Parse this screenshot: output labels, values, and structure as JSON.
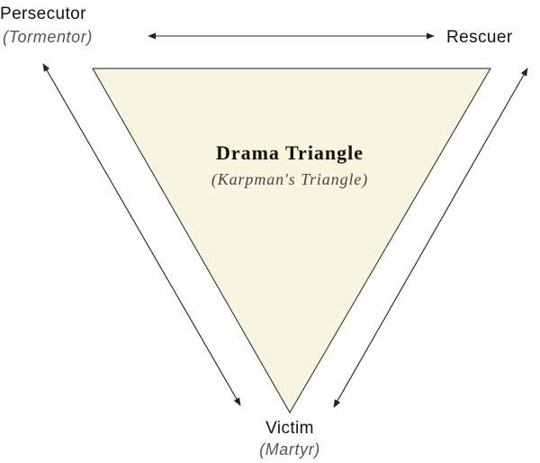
{
  "diagram": {
    "center": {
      "title": "Drama Triangle",
      "subtitle": "(Karpman's Triangle)"
    },
    "nodes": {
      "persecutor": {
        "label": "Persecutor",
        "sublabel": "(Tormentor)"
      },
      "rescuer": {
        "label": "Rescuer",
        "sublabel": ""
      },
      "victim": {
        "label": "Victim",
        "sublabel": "(Martyr)"
      }
    },
    "edges": [
      {
        "from": "persecutor",
        "to": "rescuer",
        "direction": "both"
      },
      {
        "from": "persecutor",
        "to": "victim",
        "direction": "both"
      },
      {
        "from": "rescuer",
        "to": "victim",
        "direction": "both"
      }
    ],
    "colors": {
      "triangle_fill": "#faf5e0",
      "stroke": "#222222",
      "text": "#111111"
    }
  }
}
